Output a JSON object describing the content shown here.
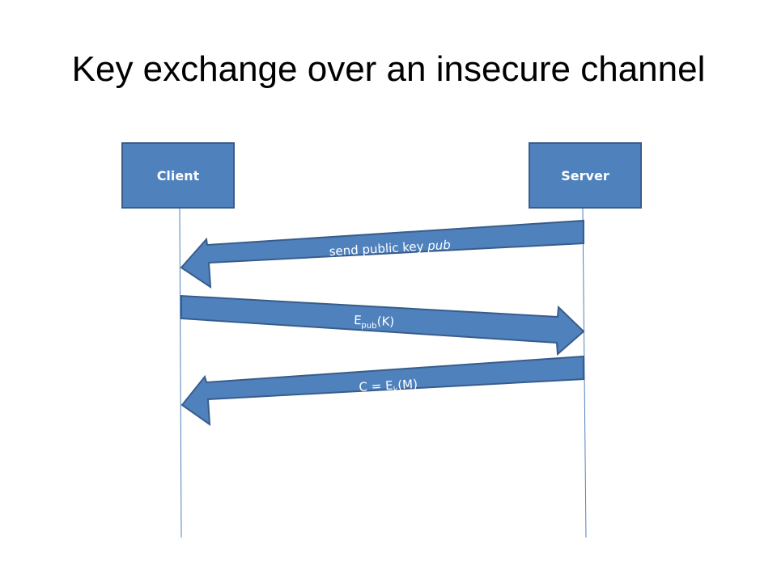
{
  "title": "Key exchange over an insecure channel",
  "colors": {
    "box_fill": "#4f81bd",
    "box_stroke": "#385d8a",
    "lifeline": "#4f81bd"
  },
  "participants": {
    "client": {
      "label": "Client"
    },
    "server": {
      "label": "Server"
    }
  },
  "messages": [
    {
      "from": "Server",
      "to": "Client",
      "prefix": "send public key ",
      "italic": "pub"
    },
    {
      "from": "Client",
      "to": "Server",
      "base": "E",
      "subscript": "pub",
      "suffix": "(K)"
    },
    {
      "from": "Server",
      "to": "Client",
      "base": "C = E",
      "subscript": "k",
      "suffix": "(M)"
    }
  ]
}
